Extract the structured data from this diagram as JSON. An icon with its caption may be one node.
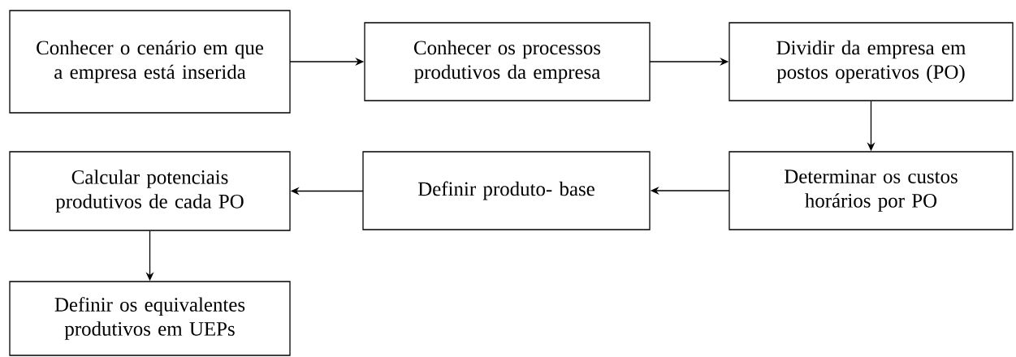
{
  "diagram": {
    "nodes": [
      {
        "text": [
          "Conhecer o cenário em que a empresa está inserida"
        ]
      },
      {
        "text": [
          "Conhecer os processos produtivos da empresa"
        ]
      },
      {
        "text": [
          "Dividir da empresa em postos operativos (PO)"
        ]
      },
      {
        "text": [
          "Determinar os custos horários por PO"
        ]
      },
      {
        "text": [
          "Definir produto- base"
        ]
      },
      {
        "text": [
          "Calcular potenciais produtivos de cada PO"
        ]
      },
      {
        "text": [
          "Definir os equivalentes produtivos em UEPs"
        ]
      }
    ],
    "edges": [
      {
        "from": 0,
        "to": 1,
        "arrow": "to"
      },
      {
        "from": 1,
        "to": 2,
        "arrow": "to"
      },
      {
        "from": 2,
        "to": 3,
        "arrow": "to"
      },
      {
        "from": 3,
        "to": 4,
        "arrow": "to"
      },
      {
        "from": 4,
        "to": 5,
        "arrow": "to"
      },
      {
        "from": 5,
        "to": 6,
        "arrow": "to"
      }
    ]
  }
}
